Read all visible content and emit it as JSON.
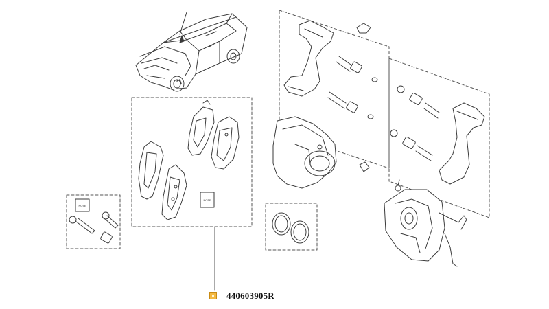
{
  "callout": {
    "part_number": "440603905R",
    "marker_color": "#f4b942"
  },
  "labels": {
    "sheet_small": "NOTE",
    "sheet_large": "NOTE"
  },
  "colors": {
    "line": "#3a3a3a",
    "dash": "#555555"
  }
}
